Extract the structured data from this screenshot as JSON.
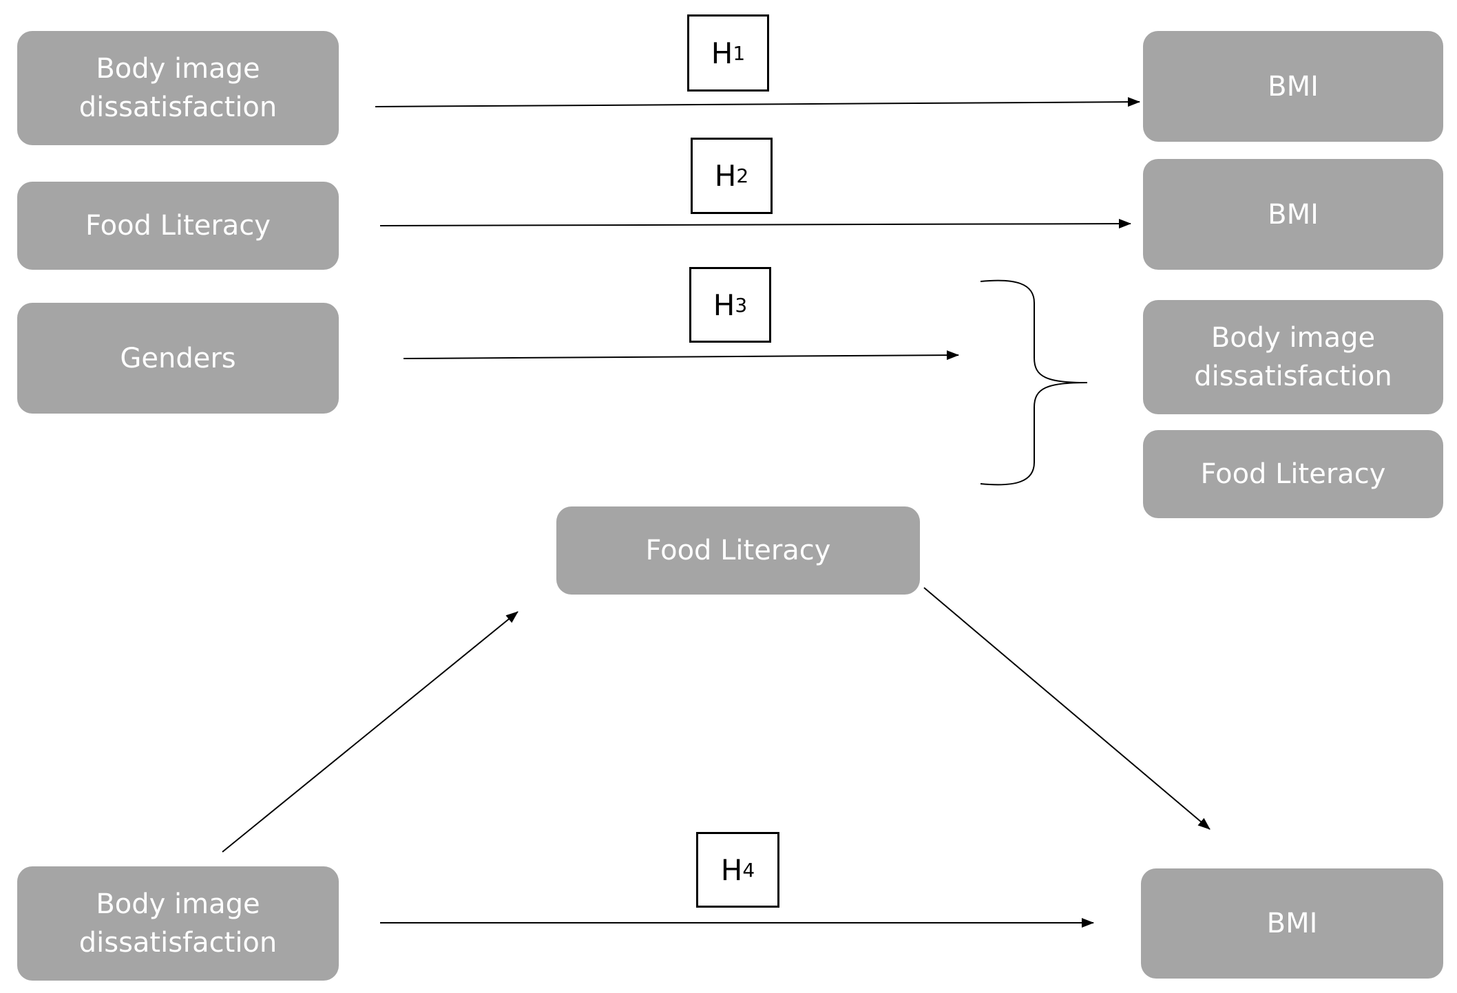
{
  "colors": {
    "node_fill": "#a5a5a5",
    "node_text": "#ffffff",
    "line": "#000000"
  },
  "hypotheses": {
    "h1": {
      "letter": "H",
      "sub": "1"
    },
    "h2": {
      "letter": "H",
      "sub": "2"
    },
    "h3": {
      "letter": "H",
      "sub": "3"
    },
    "h4": {
      "letter": "H",
      "sub": "4"
    }
  },
  "row1": {
    "left": "Body image\ndissatisfaction",
    "right": "BMI"
  },
  "row2": {
    "left": "Food Literacy",
    "right": "BMI"
  },
  "row3": {
    "left": "Genders",
    "out_1": "Body image\ndissatisfaction",
    "out_2": "Food Literacy"
  },
  "mediation": {
    "mediator": "Food Literacy",
    "left": "Body image\ndissatisfaction",
    "right": "BMI"
  }
}
